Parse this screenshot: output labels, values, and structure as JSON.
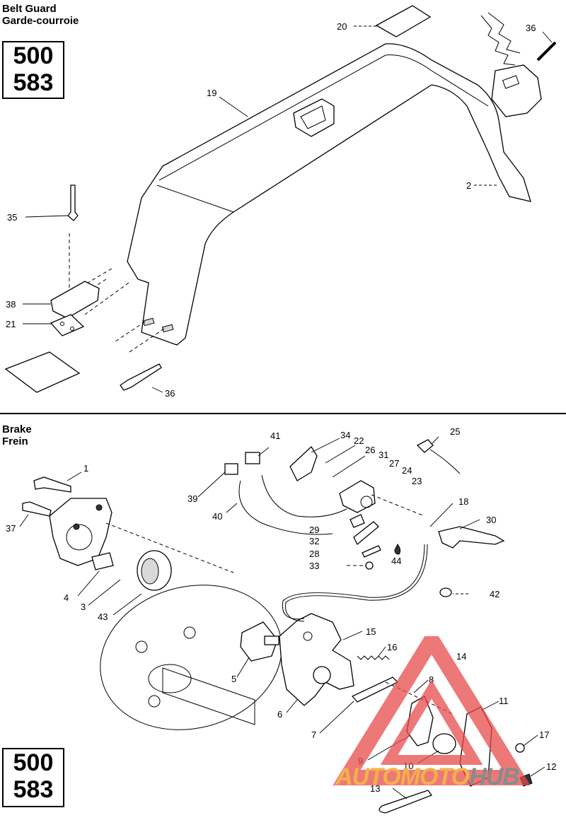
{
  "sections": [
    {
      "title_en": "Belt Guard",
      "title_fr": "Garde-courroie",
      "models": [
        "500",
        "583"
      ],
      "callouts": [
        "20",
        "36",
        "19",
        "2",
        "35",
        "38",
        "21",
        "36"
      ]
    },
    {
      "title_en": "Brake",
      "title_fr": "Frein",
      "models": [
        "500",
        "583"
      ],
      "callouts": [
        "41",
        "34",
        "22",
        "26",
        "31",
        "27",
        "24",
        "23",
        "25",
        "1",
        "39",
        "40",
        "37",
        "18",
        "30",
        "29",
        "32",
        "28",
        "33",
        "44",
        "42",
        "4",
        "3",
        "43",
        "15",
        "16",
        "14",
        "5",
        "8",
        "11",
        "6",
        "7",
        "17",
        "9",
        "10",
        "12",
        "13"
      ]
    }
  ],
  "watermark": {
    "part1": "AUTOMOTO",
    "part2": "HUB",
    "colors": {
      "triangle": "#e84b4b",
      "text_primary": "#f2b14a",
      "text_secondary": "#8a8a8a"
    }
  }
}
